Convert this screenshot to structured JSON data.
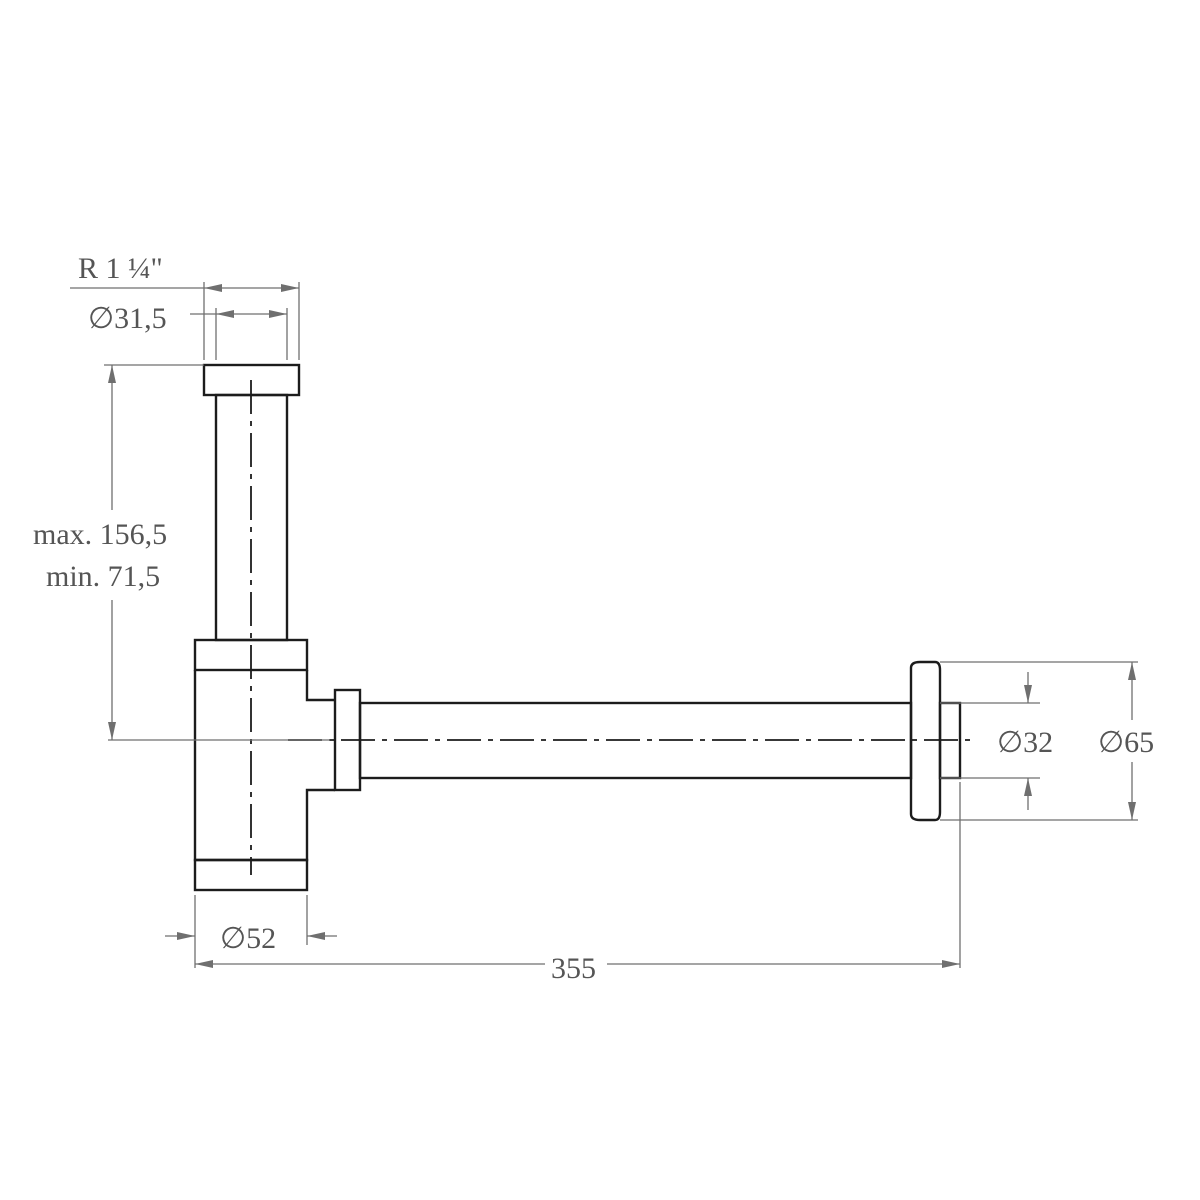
{
  "dimensions": {
    "thread": "R 1 ¼\"",
    "tailpiece_diameter": "∅31,5",
    "height_max": "max. 156,5",
    "height_min": "min. 71,5",
    "wall_pipe_diameter": "∅32",
    "rosette_diameter": "∅65",
    "body_diameter": "∅52",
    "overall_length": "355"
  },
  "colors": {
    "part_outline": "#1c1c1c",
    "dimension_line": "#6f6f6f",
    "label_text": "#555555"
  }
}
